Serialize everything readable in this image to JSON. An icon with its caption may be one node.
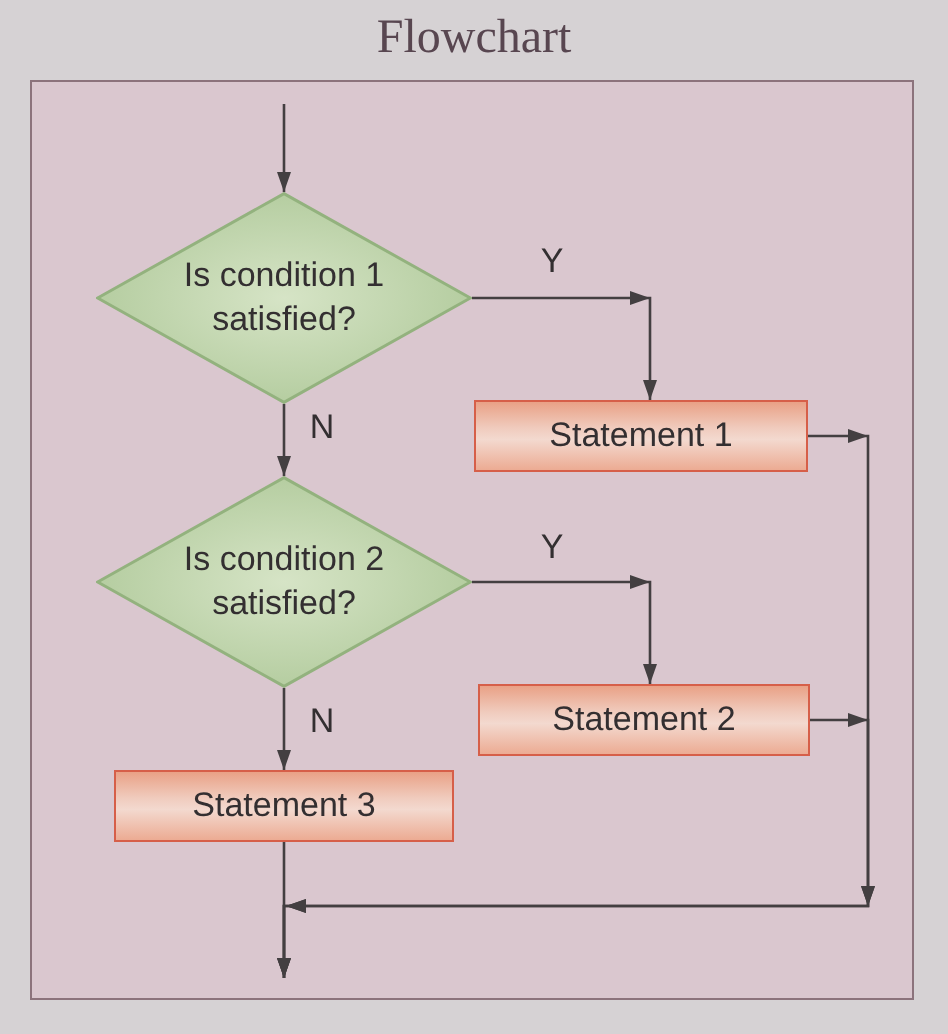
{
  "diagram": {
    "title": "Flowchart",
    "nodes": [
      {
        "text": [
          "Is condition 1 satisfied?"
        ]
      },
      {
        "text": [
          "Statement 1"
        ]
      },
      {
        "text": [
          "Is condition 2 satisfied?"
        ]
      },
      {
        "text": [
          "Statement 2"
        ]
      },
      {
        "text": [
          "Statement 3"
        ]
      }
    ],
    "edges": [
      {
        "from": null,
        "to": 0,
        "arrow": "to"
      },
      {
        "from": 0,
        "to": 1,
        "arrow": "to",
        "label": "Y"
      },
      {
        "from": 0,
        "to": 2,
        "arrow": "to",
        "label": "N"
      },
      {
        "from": 2,
        "to": 3,
        "arrow": "to",
        "label": "Y"
      },
      {
        "from": 2,
        "to": 4,
        "arrow": "to",
        "label": "N"
      },
      {
        "from": 1,
        "to": null,
        "arrow": "to"
      },
      {
        "from": 3,
        "to": null,
        "arrow": "to"
      },
      {
        "from": 4,
        "to": null,
        "arrow": "to"
      }
    ]
  }
}
